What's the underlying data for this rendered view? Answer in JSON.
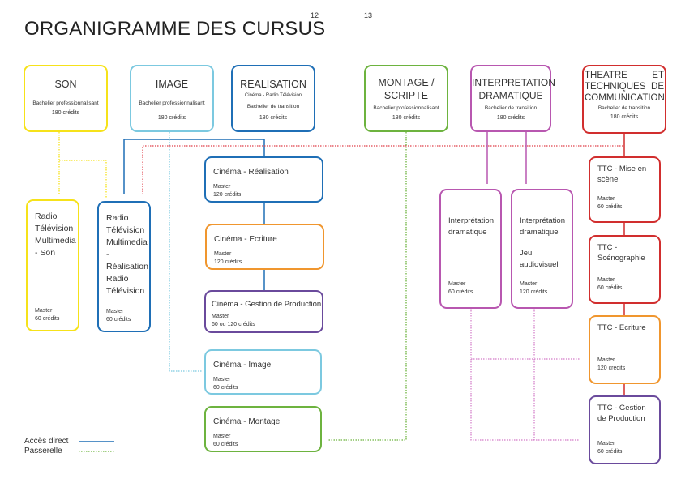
{
  "page": {
    "title": "ORGANIGRAMME DES CURSUS",
    "page_numbers": [
      "12",
      "13"
    ]
  },
  "colors": {
    "son": "#f6e21a",
    "image": "#7cc9e0",
    "realisation": "#1f6fb6",
    "montage": "#6db33f",
    "interpretation": "#b857b0",
    "ttc": "#d12e2e",
    "ecriture": "#f0962e",
    "production": "#6a4a9c",
    "passerelle_red": "#e0404a",
    "passerelle_pink": "#d37ac8"
  },
  "bachelors": [
    {
      "id": "son",
      "name": "SON",
      "lines": [
        "Bachelier professionnalisant",
        "180 crédits"
      ]
    },
    {
      "id": "image",
      "name": "IMAGE",
      "lines": [
        "Bachelier professionnalisant",
        "180 crédits"
      ]
    },
    {
      "id": "realisation",
      "name": "REALISATION",
      "subtitle": "Cinéma - Radio Télévision",
      "lines": [
        "Bachelier de transition",
        "180 crédits"
      ]
    },
    {
      "id": "montage",
      "name": "MONTAGE / SCRIPTE",
      "lines": [
        "Bachelier professionnalisant",
        "180 crédits"
      ]
    },
    {
      "id": "interpretation",
      "name": "INTERPRETATION DRAMATIQUE",
      "lines": [
        "Bachelier de transition",
        "180 crédits"
      ]
    },
    {
      "id": "ttc",
      "name": "THEATRE ET TECHNIQUES DE COMMUNICATION",
      "lines": [
        "Bachelier de transition",
        "180 crédits"
      ]
    }
  ],
  "masters": [
    {
      "id": "rtm-son",
      "name": "Radio Télévision Multimedia - Son",
      "degree": "Master",
      "credits": "60 crédits"
    },
    {
      "id": "rtm-real",
      "name": "Radio Télévision Multimedia - Réalisation Radio Télévision",
      "degree": "Master",
      "credits": "60 crédits"
    },
    {
      "id": "cine-real",
      "name": "Cinéma - Réalisation",
      "degree": "Master",
      "credits": "120 crédits"
    },
    {
      "id": "cine-ecriture",
      "name": "Cinéma - Ecriture",
      "degree": "Master",
      "credits": "120 crédits"
    },
    {
      "id": "cine-prod",
      "name": "Cinéma - Gestion de Production",
      "degree": "Master",
      "credits": "60 ou 120 crédits"
    },
    {
      "id": "cine-image",
      "name": "Cinéma - Image",
      "degree": "Master",
      "credits": "60 crédits"
    },
    {
      "id": "cine-montage",
      "name": "Cinéma - Montage",
      "degree": "Master",
      "credits": "60 crédits"
    },
    {
      "id": "interp-1",
      "name": "Interprétation dramatique",
      "degree": "Master",
      "credits": "60 crédits"
    },
    {
      "id": "interp-2",
      "name": "Interprétation dramatique",
      "extra": "Jeu audiovisuel",
      "degree": "Master",
      "credits": "120 crédits"
    },
    {
      "id": "ttc-mes",
      "name": "TTC - Mise en scène",
      "degree": "Master",
      "credits": "60 crédits"
    },
    {
      "id": "ttc-sceno",
      "name": "TTC - Scénographie",
      "degree": "Master",
      "credits": "60 crédits"
    },
    {
      "id": "ttc-ecriture",
      "name": "TTC - Ecriture",
      "degree": "Master",
      "credits": "120 crédits"
    },
    {
      "id": "ttc-prod",
      "name": "TTC - Gestion de Production",
      "degree": "Master",
      "credits": "60 crédits"
    }
  ],
  "legend": [
    {
      "label": "Accès direct",
      "style": "solid"
    },
    {
      "label": "Passerelle",
      "style": "dotted"
    }
  ]
}
